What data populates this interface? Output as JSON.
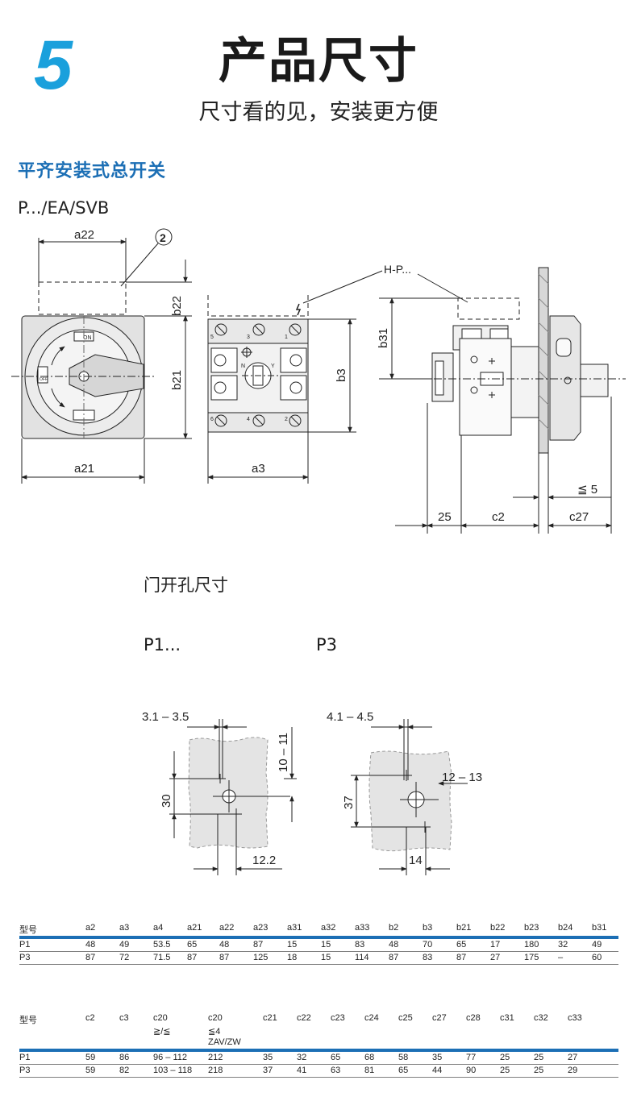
{
  "header": {
    "number": "5",
    "title": "产品尺寸",
    "subtitle": "尺寸看的见，安装更方便"
  },
  "section": {
    "title": "平齐安装式总开关",
    "model": "P.../EA/SVB"
  },
  "drawing": {
    "labels": {
      "a22": "a22",
      "circle2": "2",
      "hp": "H-P...",
      "b22": "b22",
      "b21": "b21",
      "b3": "b3",
      "b31": "b31",
      "a21": "a21",
      "a3": "a3",
      "le5": "≦ 5",
      "d25": "25",
      "c2": "c2",
      "c27": "c27",
      "on": "ON",
      "off": "OFF",
      "t5": "5",
      "t3": "3",
      "t1": "1",
      "t6": "6",
      "t4": "4",
      "t2": "2",
      "n": "N",
      "y": "Y"
    }
  },
  "cutout": {
    "title": "门开孔尺寸",
    "p1_label": "P1...",
    "p3_label": "P3",
    "p1": {
      "width_range": "3.1 – 3.5",
      "height_range": "10 – 11",
      "dim30": "30",
      "dim12": "12.2"
    },
    "p3": {
      "width_range": "4.1 – 4.5",
      "range2": "12 – 13",
      "dim37": "37",
      "dim14": "14"
    }
  },
  "table1": {
    "headers": [
      "型号",
      "a2",
      "a3",
      "a4",
      "a21",
      "a22",
      "a23",
      "a31",
      "a32",
      "a33",
      "b2",
      "b3",
      "b21",
      "b22",
      "b23",
      "b24",
      "b31"
    ],
    "rows": [
      [
        "P1",
        "48",
        "49",
        "53.5",
        "65",
        "48",
        "87",
        "15",
        "15",
        "83",
        "48",
        "70",
        "65",
        "17",
        "180",
        "32",
        "49"
      ],
      [
        "P3",
        "87",
        "72",
        "71.5",
        "87",
        "87",
        "125",
        "18",
        "15",
        "114",
        "87",
        "83",
        "87",
        "27",
        "175",
        "–",
        "60"
      ]
    ]
  },
  "table2": {
    "headers": [
      "型号",
      "c2",
      "c3",
      "c20",
      "c20",
      "c21",
      "c22",
      "c23",
      "c24",
      "c25",
      "c27",
      "c28",
      "c31",
      "c32",
      "c33"
    ],
    "sub1": [
      "",
      "",
      "",
      "≧/≦",
      "≦4",
      "",
      "",
      "",
      "",
      "",
      "",
      "",
      "",
      "",
      ""
    ],
    "sub2": [
      "",
      "",
      "",
      "",
      "ZAV/ZW",
      "",
      "",
      "",
      "",
      "",
      "",
      "",
      "",
      "",
      ""
    ],
    "rows": [
      [
        "P1",
        "59",
        "86",
        "96 – 112",
        "212",
        "35",
        "32",
        "65",
        "68",
        "58",
        "35",
        "77",
        "25",
        "25",
        "27"
      ],
      [
        "P3",
        "59",
        "82",
        "103 – 118",
        "218",
        "37",
        "41",
        "63",
        "81",
        "65",
        "44",
        "90",
        "25",
        "25",
        "29"
      ]
    ]
  }
}
